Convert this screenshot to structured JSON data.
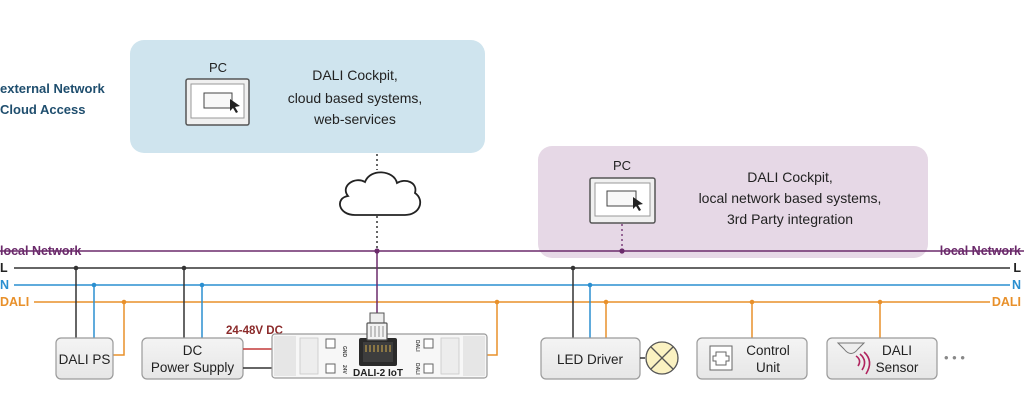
{
  "external": {
    "label_line1": "external Network",
    "label_line2": "Cloud Access",
    "pc_label": "PC",
    "desc_line1": "DALI Cockpit,",
    "desc_line2": "cloud based systems,",
    "desc_line3": "web-services"
  },
  "local": {
    "pc_label": "PC",
    "desc_line1": "DALI Cockpit,",
    "desc_line2": "local network based systems,",
    "desc_line3": "3rd Party integration"
  },
  "buses": {
    "local_network_left": "local Network",
    "local_network_right": "local Network",
    "l_left": "L",
    "l_right": "L",
    "n_left": "N",
    "n_right": "N",
    "dali_left": "DALI",
    "dali_right": "DALI"
  },
  "devices": {
    "dali_ps": "DALI PS",
    "dc_ps_line1": "DC",
    "dc_ps_line2": "Power Supply",
    "voltage": "24-48V DC",
    "iot": "DALI-2 IoT",
    "iot_pin_gnd": "GND",
    "iot_pin_24v": "24V",
    "iot_pin_dali1": "DALI",
    "iot_pin_dali2": "DALI",
    "led_driver": "LED Driver",
    "control_unit_line1": "Control",
    "control_unit_line2": "Unit",
    "sensor_line1": "DALI",
    "sensor_line2": "Sensor",
    "ellipsis": "• • •"
  },
  "colors": {
    "network": "#6b2a6b",
    "l_line": "#333333",
    "n_line": "#2a8fd0",
    "dali_line": "#e8902a",
    "cloud_box": "#cfe4ee",
    "local_box": "#e6d8e6",
    "ext_label": "#1f4e6e"
  }
}
